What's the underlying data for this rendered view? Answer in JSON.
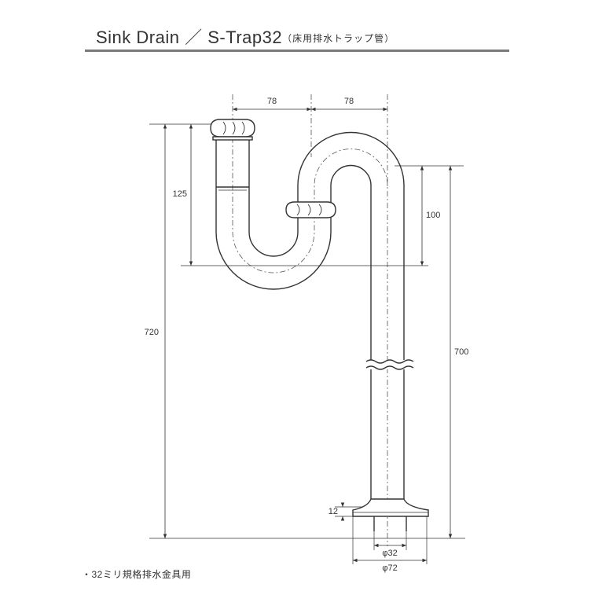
{
  "header": {
    "title": "Sink Drain ／ S-Trap32",
    "subtitle": "（床用排水トラップ管）"
  },
  "dimensions": {
    "offset_left": "78",
    "offset_right": "78",
    "height_tailpiece": "125",
    "height_bend": "100",
    "height_total_left": "720",
    "height_total_right": "700",
    "flange_thickness": "12",
    "pipe_diameter": "φ32",
    "flange_diameter": "φ72"
  },
  "note": "・32ミリ規格排水金具用",
  "colors": {
    "line": "#333333",
    "rule": "#7a7a7a"
  }
}
